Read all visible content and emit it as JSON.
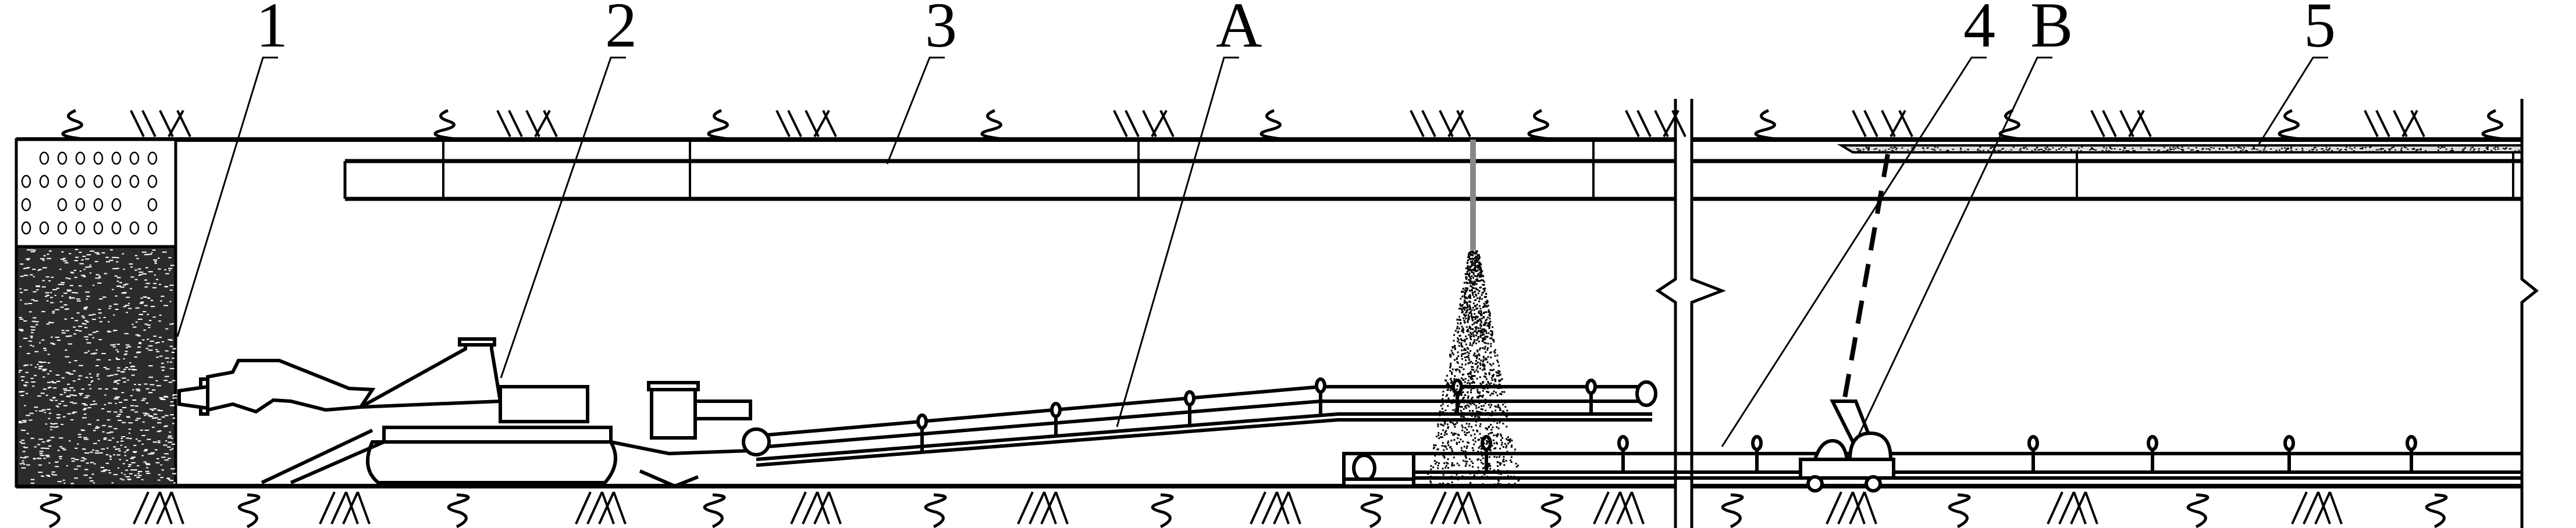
{
  "figure": {
    "labels": {
      "l1": "1",
      "l2": "2",
      "l3": "3",
      "lA": "A",
      "l4": "4",
      "lB": "B",
      "l5": "5"
    }
  },
  "colors": {
    "ink": "#000000",
    "background": "#ffffff",
    "rock_fill": "#2b2b2b"
  }
}
